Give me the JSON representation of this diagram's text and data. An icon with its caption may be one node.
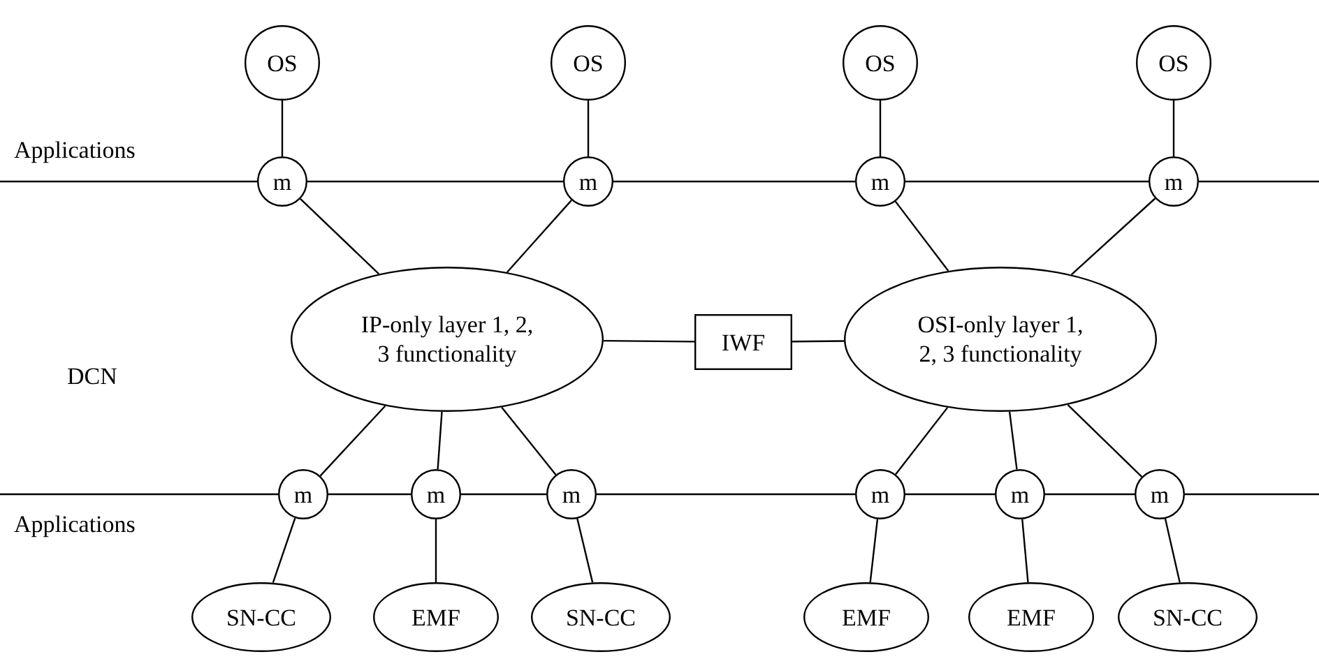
{
  "diagram": {
    "nodes": [
      {
        "text": [
          "OS"
        ]
      },
      {
        "text": [
          "OS"
        ]
      },
      {
        "text": [
          "OS"
        ]
      },
      {
        "text": [
          "OS"
        ]
      },
      {
        "text": [
          "m"
        ]
      },
      {
        "text": [
          "m"
        ]
      },
      {
        "text": [
          "m"
        ]
      },
      {
        "text": [
          "m"
        ]
      },
      {
        "text": [
          "IP-only layer 1, 2, 3 functionality"
        ]
      },
      {
        "text": [
          "IWF"
        ]
      },
      {
        "text": [
          "OSI-only layer 1, 2, 3 functionality"
        ]
      },
      {
        "text": [
          "m"
        ]
      },
      {
        "text": [
          "m"
        ]
      },
      {
        "text": [
          "m"
        ]
      },
      {
        "text": [
          "m"
        ]
      },
      {
        "text": [
          "m"
        ]
      },
      {
        "text": [
          "m"
        ]
      },
      {
        "text": [
          "SN-CC"
        ]
      },
      {
        "text": [
          "EMF"
        ]
      },
      {
        "text": [
          "SN-CC"
        ]
      },
      {
        "text": [
          "EMF"
        ]
      },
      {
        "text": [
          "EMF"
        ]
      },
      {
        "text": [
          "SN-CC"
        ]
      }
    ],
    "edges": [
      {
        "from": 0,
        "to": 4,
        "arrow": "none"
      },
      {
        "from": 1,
        "to": 5,
        "arrow": "none"
      },
      {
        "from": 2,
        "to": 6,
        "arrow": "none"
      },
      {
        "from": 3,
        "to": 7,
        "arrow": "none"
      },
      {
        "from": null,
        "to": 4,
        "arrow": "none"
      },
      {
        "from": 4,
        "to": 5,
        "arrow": "none"
      },
      {
        "from": 5,
        "to": 6,
        "arrow": "none"
      },
      {
        "from": 6,
        "to": 7,
        "arrow": "none"
      },
      {
        "from": 7,
        "to": null,
        "arrow": "none"
      },
      {
        "from": 4,
        "to": 8,
        "arrow": "none"
      },
      {
        "from": 5,
        "to": 8,
        "arrow": "none"
      },
      {
        "from": 6,
        "to": 10,
        "arrow": "none"
      },
      {
        "from": 7,
        "to": 10,
        "arrow": "none"
      },
      {
        "from": 8,
        "to": 9,
        "arrow": "none"
      },
      {
        "from": 9,
        "to": 10,
        "arrow": "none"
      },
      {
        "from": 8,
        "to": 11,
        "arrow": "none"
      },
      {
        "from": 8,
        "to": 12,
        "arrow": "none"
      },
      {
        "from": 8,
        "to": 13,
        "arrow": "none"
      },
      {
        "from": 10,
        "to": 14,
        "arrow": "none"
      },
      {
        "from": 10,
        "to": 15,
        "arrow": "none"
      },
      {
        "from": 10,
        "to": 16,
        "arrow": "none"
      },
      {
        "from": null,
        "to": 11,
        "arrow": "none"
      },
      {
        "from": 11,
        "to": 12,
        "arrow": "none"
      },
      {
        "from": 12,
        "to": 13,
        "arrow": "none"
      },
      {
        "from": 13,
        "to": 14,
        "arrow": "none"
      },
      {
        "from": 14,
        "to": 15,
        "arrow": "none"
      },
      {
        "from": 15,
        "to": 16,
        "arrow": "none"
      },
      {
        "from": 16,
        "to": null,
        "arrow": "none"
      },
      {
        "from": 11,
        "to": 17,
        "arrow": "none"
      },
      {
        "from": 12,
        "to": 18,
        "arrow": "none"
      },
      {
        "from": 13,
        "to": 19,
        "arrow": "none"
      },
      {
        "from": 14,
        "to": 20,
        "arrow": "none"
      },
      {
        "from": 15,
        "to": 21,
        "arrow": "none"
      },
      {
        "from": 16,
        "to": 22,
        "arrow": "none"
      }
    ],
    "labels": [
      "Applications",
      "DCN",
      "Applications"
    ]
  }
}
